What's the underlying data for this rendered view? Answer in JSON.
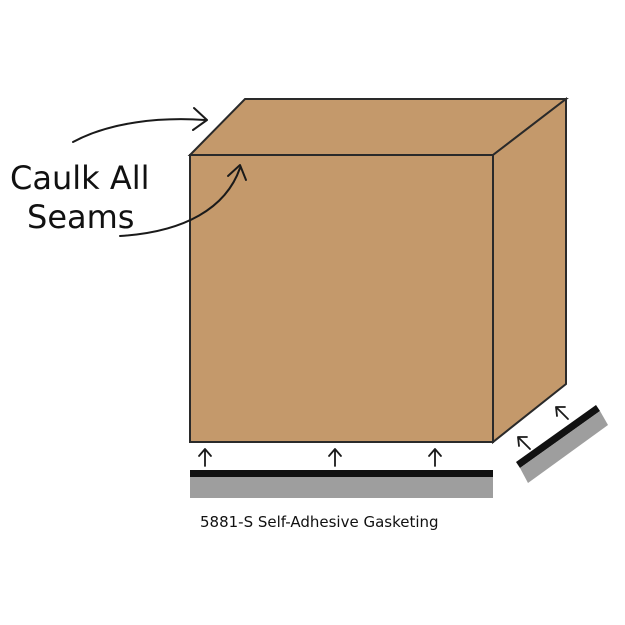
{
  "callout": {
    "line1": "Caulk All",
    "line2": "Seams"
  },
  "caption": "5881-S Self-Adhesive Gasketing",
  "colors": {
    "box_face": "#c4996b",
    "box_edge": "#2a2a2a",
    "gasket_black": "#111111",
    "gasket_gray": "#9e9e9e"
  },
  "icons": {
    "arrow": "up-arrow-icon"
  }
}
